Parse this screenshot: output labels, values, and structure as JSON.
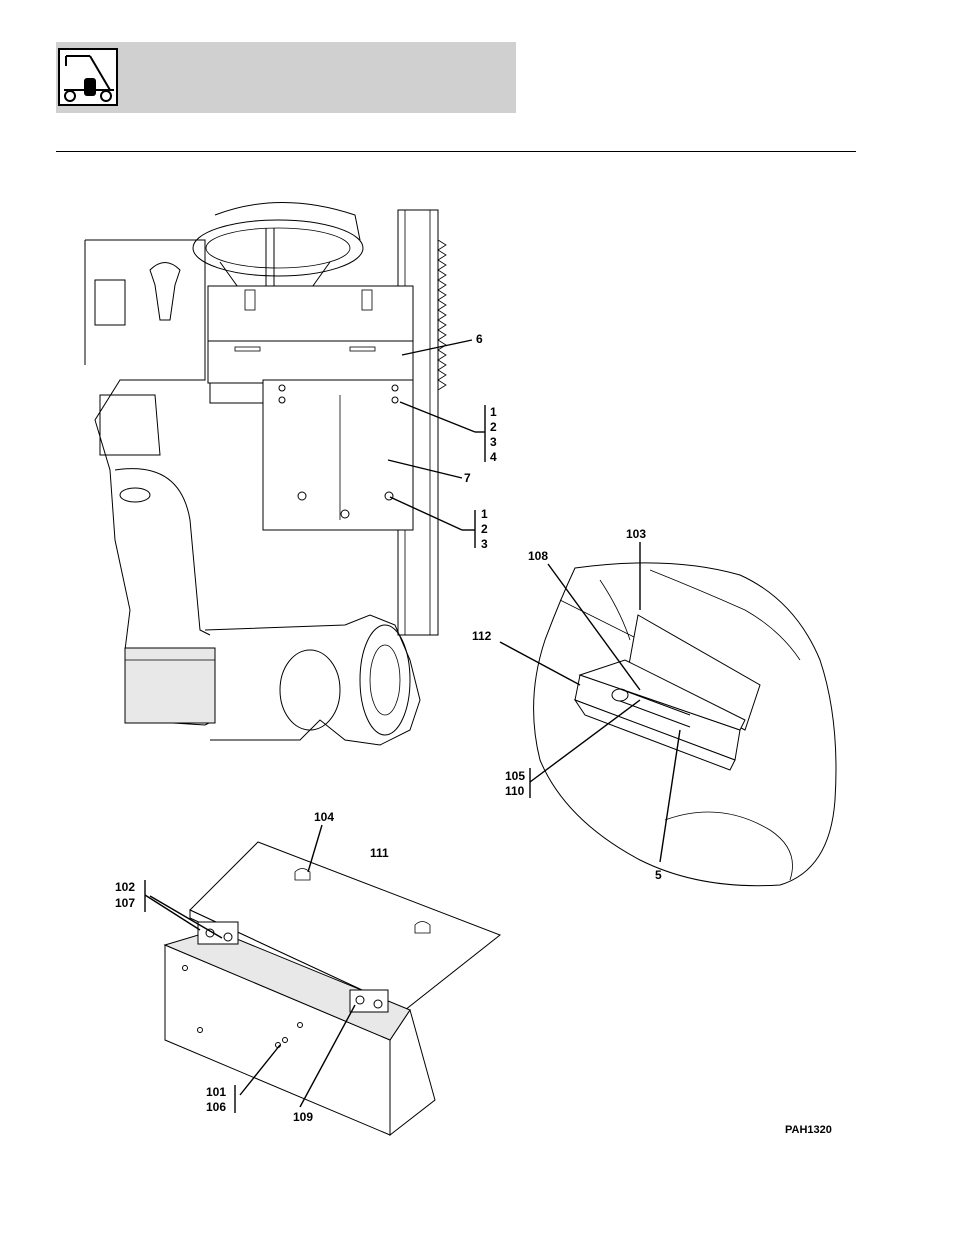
{
  "header": {
    "logo_icon": "forklift-icon"
  },
  "figure": {
    "code": "PAH1320",
    "callouts": {
      "c6": "6",
      "c7": "7",
      "g1_1": "1",
      "g1_2": "2",
      "g1_3": "3",
      "g1_4": "4",
      "g2_1": "1",
      "g2_2": "2",
      "g2_3": "3",
      "c103": "103",
      "c108": "108",
      "c112": "112",
      "c105": "105",
      "c110": "110",
      "c5": "5",
      "c104": "104",
      "c111": "111",
      "c102": "102",
      "c107": "107",
      "c101": "101",
      "c106": "106",
      "c109": "109"
    }
  }
}
